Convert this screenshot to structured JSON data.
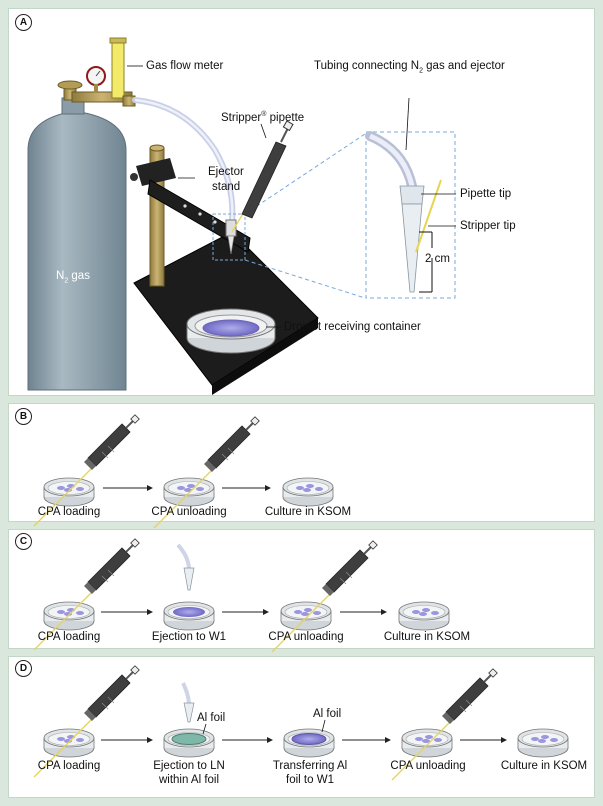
{
  "panel_a": {
    "badge": "A",
    "gas_flow_meter": "Gas flow meter",
    "tubing_prefix": "Tubing connecting N",
    "tubing_sub": "2",
    "tubing_suffix": " gas and ejector",
    "stripper_pipette": "Stripper",
    "stripper_sup": "®",
    "stripper_pipette_suffix": " pipette",
    "ejector_stand_1": "Ejector",
    "ejector_stand_2": "stand",
    "n2_gas": "N",
    "n2_sub": "2",
    "n2_suffix": " gas",
    "pipette_tip": "Pipette tip",
    "stripper_tip": "Stripper tip",
    "distance": "2 cm",
    "droplet_container": "Droplet receiving container"
  },
  "panel_b": {
    "badge": "B",
    "steps": [
      "CPA loading",
      "CPA unloading",
      "Culture in KSOM"
    ]
  },
  "panel_c": {
    "badge": "C",
    "steps": [
      "CPA loading",
      "Ejection to W1",
      "CPA unloading",
      "Culture in KSOM"
    ]
  },
  "panel_d": {
    "badge": "D",
    "steps": [
      "CPA loading",
      "Ejection to LN",
      "within Al foil",
      "Transferring Al",
      "foil to W1",
      "CPA unloading",
      "Culture in KSOM"
    ],
    "al_foil_1": "Al foil",
    "al_foil_2": "Al foil"
  },
  "colors": {
    "background": "#d9e7dd",
    "gas_cylinder": "#8a9ca7",
    "stand_brass": "#b8a060",
    "dish_purple": "#8f8ad6",
    "pipette_dark": "#444444",
    "stripper_tip_yellow": "#e8d860",
    "inset_border": "#7aa8d8"
  }
}
